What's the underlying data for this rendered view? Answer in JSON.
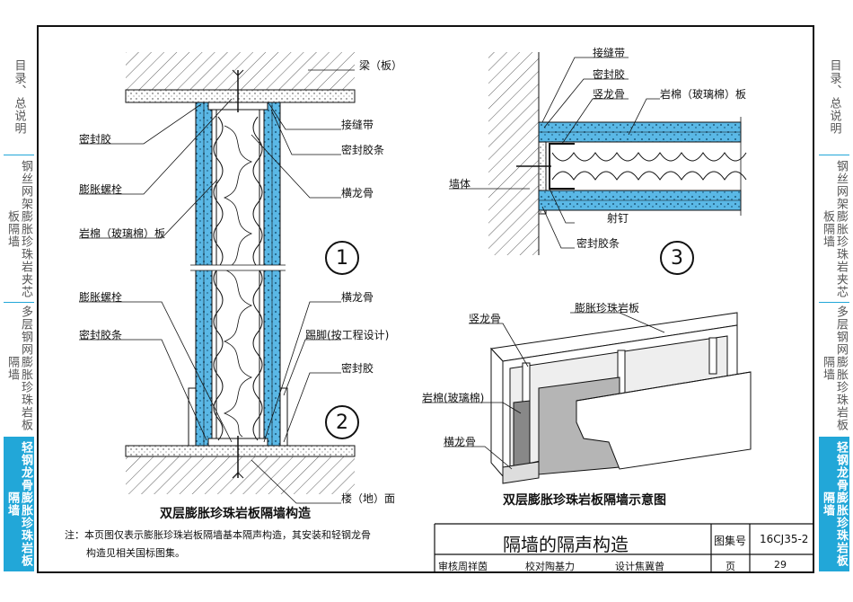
{
  "side_tabs_left": [
    {
      "label": "目录、总说明",
      "active": false
    },
    {
      "label": "钢丝网架膨胀珍珠岩夹芯板隔墙",
      "active": false
    },
    {
      "label": "多层钢网膨胀珍珠岩板隔墙",
      "active": false
    },
    {
      "label": "轻钢龙骨膨胀珍珠岩板隔墙",
      "active": true
    }
  ],
  "side_tabs_right": [
    {
      "label": "目录、总说明",
      "active": false
    },
    {
      "label": "钢丝网架膨胀珍珠岩夹芯板隔墙",
      "active": false
    },
    {
      "label": "多层钢网膨胀珍珠岩板隔墙",
      "active": false
    },
    {
      "label": "轻钢龙骨膨胀珍珠岩板隔墙",
      "active": true
    }
  ],
  "section_left": {
    "labels": {
      "beam": "梁（板）",
      "sealant_top": "密封胶",
      "joint_tape": "接缝带",
      "seal_strip_top": "密封胶条",
      "expansion_bolt_top": "膨胀螺栓",
      "runner_top": "横龙骨",
      "rockwool": "岩棉（玻璃棉）板",
      "expansion_bolt_bottom": "膨胀螺栓",
      "runner_bottom": "横龙骨",
      "seal_strip_bottom": "密封胶条",
      "skirting": "踢脚(按工程设计)",
      "sealant_bottom": "密封胶",
      "floor": "楼（地）面"
    },
    "num1": "1",
    "num2": "2",
    "caption": "双层膨胀珍珠岩板隔墙构造"
  },
  "detail3": {
    "labels": {
      "joint_tape": "接缝带",
      "sealant": "密封胶",
      "stud": "竖龙骨",
      "rockwool": "岩棉（玻璃棉）板",
      "wall": "墙体",
      "nail": "射钉",
      "seal_strip": "密封胶条"
    },
    "num": "3"
  },
  "axon": {
    "labels": {
      "board": "膨胀珍珠岩板",
      "stud": "竖龙骨",
      "rockwool": "岩棉(玻璃棉)",
      "runner": "横龙骨"
    },
    "caption": "双层膨胀珍珠岩板隔墙示意图"
  },
  "note": {
    "line1": "注：本页图仅表示膨胀珍珠岩板隔墙基本隔声构造，其安装和轻钢龙骨",
    "line2": "构造见相关国标图集。"
  },
  "title_block": {
    "title": "隔墙的隔声构造",
    "atlas_label": "图集号",
    "atlas_no": "16CJ35-2",
    "review": "审核",
    "reviewer": "周祥茵",
    "check": "校对",
    "checker": "陶基力",
    "design": "设计",
    "designer": "焦冀曾",
    "page_label": "页",
    "page_no": "29"
  },
  "colors": {
    "board_blue": "#5ab8e6",
    "tab_blue": "#22a7d8"
  }
}
